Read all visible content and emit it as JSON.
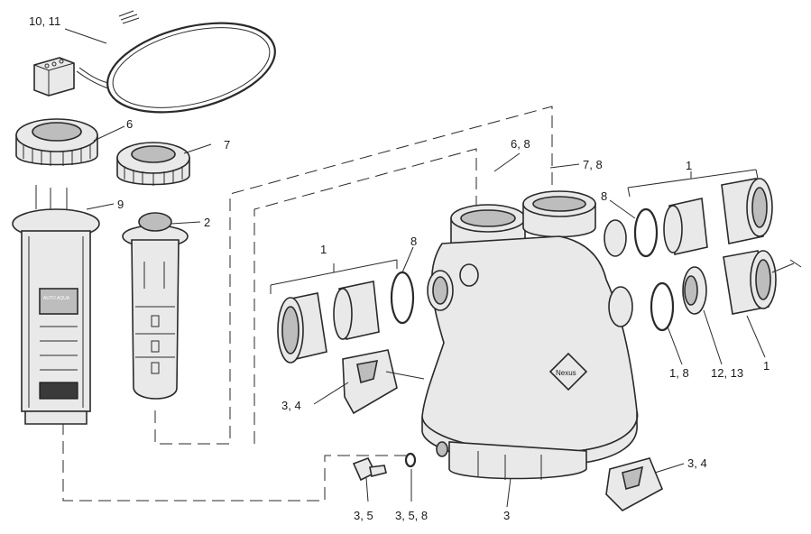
{
  "callouts": {
    "c_10_11": "10, 11",
    "c_6": "6",
    "c_7": "7",
    "c_9": "9",
    "c_2": "2",
    "c_6_8": "6, 8",
    "c_7_8": "7, 8",
    "c_1_top": "1",
    "c_8_right": "8",
    "c_1_left": "1",
    "c_8_left": "8",
    "c_3_4_left": "3, 4",
    "c_1_8": "1, 8",
    "c_12_13": "12, 13",
    "c_1_right": "1",
    "c_3_4_right": "3, 4",
    "c_3_5": "3, 5",
    "c_3_5_8": "3, 5, 8",
    "c_3": "3"
  },
  "housing_logo": "Nexus",
  "cell_label": "AUTO\nAQUA"
}
